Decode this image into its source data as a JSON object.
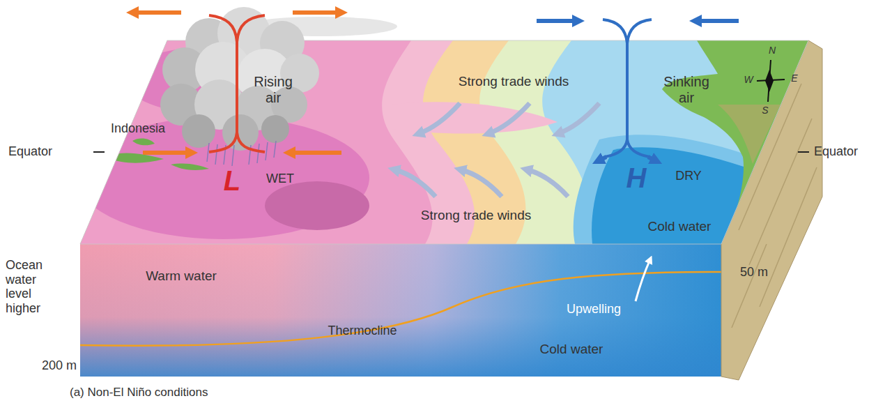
{
  "diagram": {
    "caption": "(a) Non-El Niño conditions",
    "labels": [
      "Rising air",
      "Indonesia",
      "Equator",
      "L",
      "WET",
      "Strong trade winds",
      "Strong trade winds",
      "Sinking air",
      "H",
      "DRY",
      "Equator",
      "N",
      "W",
      "E",
      "S",
      "Cold water",
      "Ocean water level higher",
      "Warm water",
      "Thermocline",
      "Upwelling",
      "Cold water",
      "200 m",
      "50 m"
    ]
  }
}
